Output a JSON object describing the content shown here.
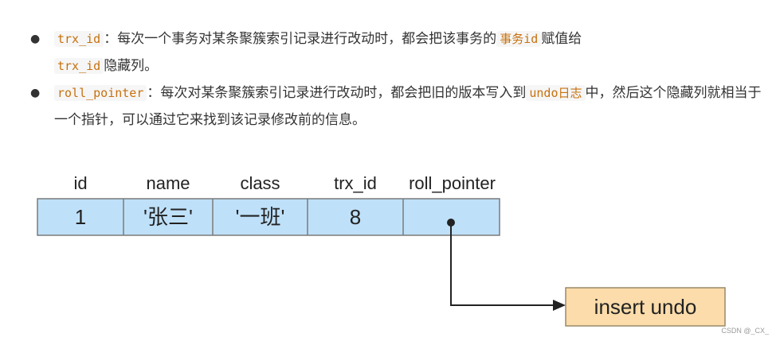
{
  "bullets": [
    {
      "term": "trx_id",
      "text_a": "：每次一个事务对某条聚簇索引记录进行改动时，都会把该事务的",
      "code2": "事务id",
      "text_b": "赋值给",
      "code3": "trx_id",
      "text_c": "隐藏列。"
    },
    {
      "term": "roll_pointer",
      "text_a": "：每次对某条聚簇索引记录进行改动时，都会把旧的版本写入到",
      "code2": "undo日志",
      "text_b": "中，然后这个隐藏列就相当于一个指针，可以通过它来找到该记录修改前的信息。"
    }
  ],
  "table": {
    "headers": [
      "id",
      "name",
      "class",
      "trx_id",
      "roll_pointer"
    ],
    "row": [
      "1",
      "'张三'",
      "'一班'",
      "8",
      ""
    ]
  },
  "target_box": "insert undo",
  "watermark": "CSDN @_CX_",
  "colors": {
    "cell_fill": "#bfe0f9",
    "target_fill": "#fbdcaa",
    "code_text": "#c7710f"
  }
}
